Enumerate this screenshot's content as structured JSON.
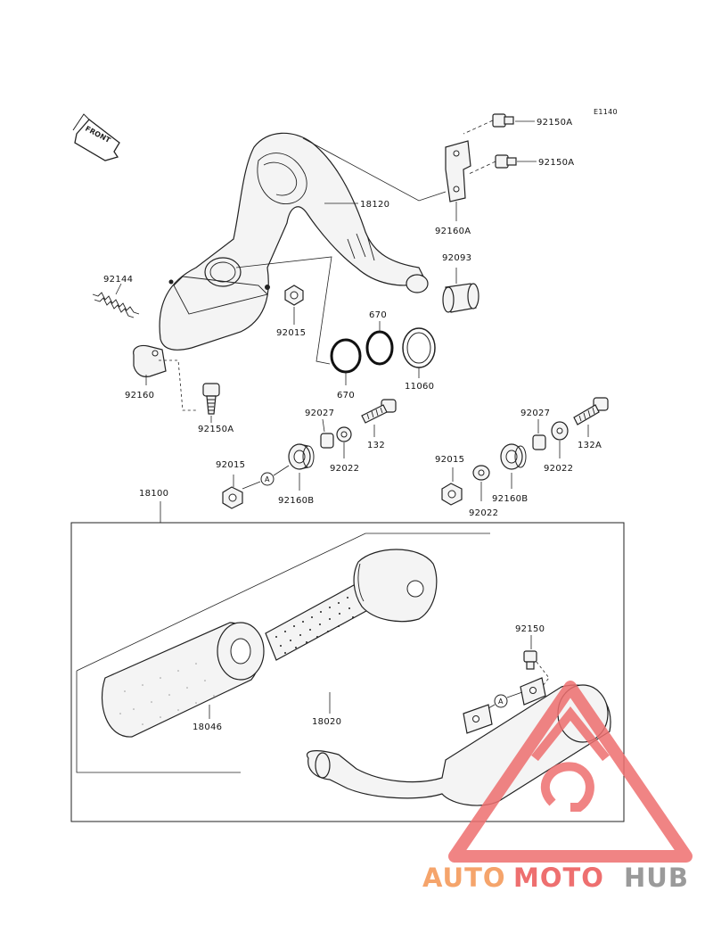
{
  "diagram": {
    "code": "E1140",
    "front_label": "FRONT",
    "callouts": {
      "bolt_top_1": "92150A",
      "bolt_top_2": "92150A",
      "pipe": "18120",
      "bracket": "92160A",
      "joint": "92093",
      "spring": "92144",
      "mount_plate": "92160",
      "bolt_left": "92150A",
      "nut_a": "92015",
      "oring_upper": "670",
      "oring_lower": "670",
      "gasket": "11060",
      "collar_left": "92027",
      "bolt_132": "132",
      "washer_left": "92022",
      "nut_left": "92015",
      "damper_left": "92160B",
      "collar_right": "92027",
      "bolt_132a": "132A",
      "washer_right": "92022",
      "nut_right": "92015",
      "damper_right": "92160B",
      "washer_bottom": "92022",
      "silencer_assy": "18100",
      "packing": "18046",
      "muffler": "18020",
      "bolt_muffler": "92150"
    },
    "ref_marker": "A"
  },
  "watermark": {
    "part1": "AUTO",
    "part2": "MOTO",
    "part3": "HUB",
    "color_orange": "#f5a46b",
    "color_red": "#ee6f6f",
    "color_gray": "#9a9a9a"
  }
}
